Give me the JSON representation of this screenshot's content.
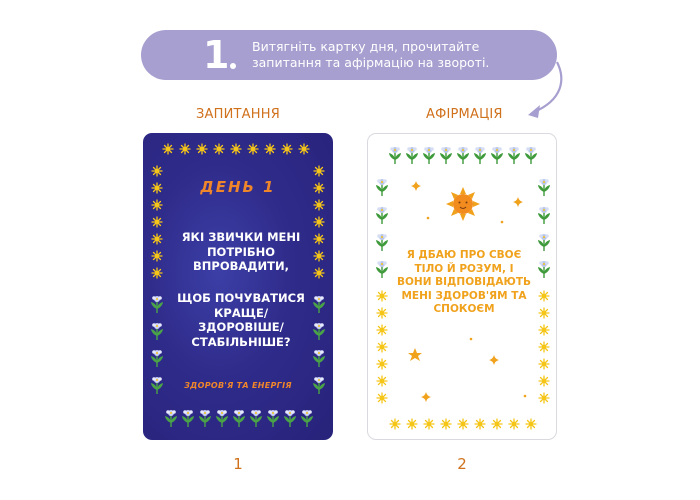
{
  "step": {
    "number": "1",
    "instruction_line1": "Витягніть картку дня, прочитайте",
    "instruction_line2": "запитання та афірмацію на звороті."
  },
  "labels": {
    "question": "ЗАПИТАННЯ",
    "affirmation": "АФІРМАЦІЯ"
  },
  "card_question": {
    "day": "ДЕНЬ 1",
    "question_part1": "ЯКІ ЗВИЧКИ МЕНІ ПОТРІБНО ВПРОВАДИТИ,",
    "question_part2": "ЩОБ ПОЧУВАТИСЯ КРАЩЕ/ ЗДОРОВІШЕ/ СТАБІЛЬНІШЕ?",
    "topic": "ЗДОРОВ'Я ТА ЕНЕРГІЯ"
  },
  "card_affirmation": {
    "text": "Я ДБАЮ ПРО СВОЄ ТІЛО Й РОЗУМ, І ВОНИ ВІДПОВІДАЮТЬ МЕНІ ЗДОРОВ'ЯМ ТА СПОКОЄМ"
  },
  "card_numbers": [
    "1",
    "2"
  ],
  "colors": {
    "pill": "#a79fcf",
    "card_dark": "#2f2b8a",
    "accent_orange": "#d0711c",
    "star_yellow": "#f5c518",
    "leaf_green": "#3f9a3b"
  }
}
